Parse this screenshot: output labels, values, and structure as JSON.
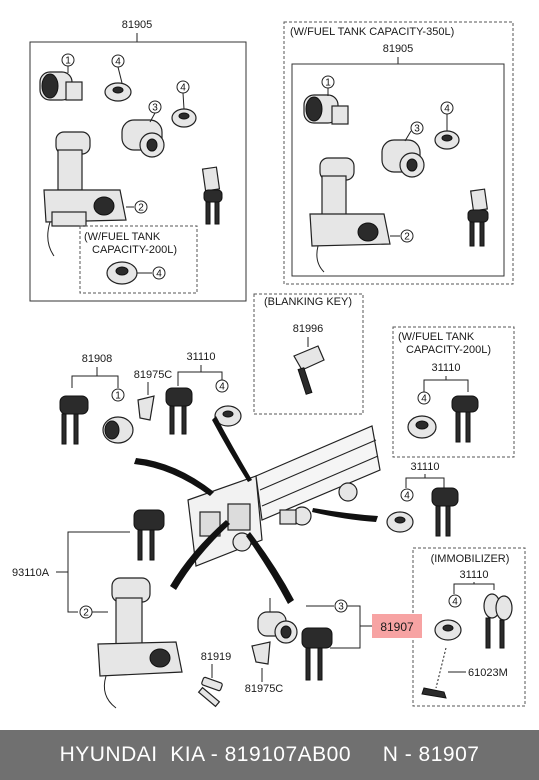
{
  "diagram": {
    "top_left_group": {
      "part_number": "81905",
      "sub_box_title": [
        "(W/FUEL TANK",
        "CAPACITY-200L)"
      ]
    },
    "top_right_group": {
      "title": "(W/FUEL TANK CAPACITY-350L)",
      "part_number": "81905"
    },
    "blanking_key_box": {
      "title": "(BLANKING KEY)",
      "part_number": "81996"
    },
    "mid_right_box": {
      "title": [
        "(W/FUEL TANK",
        "CAPACITY-200L)"
      ],
      "part_number": "31110"
    },
    "immobilizer_box": {
      "title": "(IMMOBILIZER)",
      "part_number": "31110",
      "antenna_part": "61023M"
    },
    "labels": {
      "p81908": "81908",
      "p81975c_top": "81975C",
      "p31110_top": "31110",
      "p31110_right": "31110",
      "p93110a": "93110A",
      "p81919": "81919",
      "p81975c_bottom": "81975C",
      "p81907_highlight": "81907"
    },
    "callouts": {
      "n1": "1",
      "n2": "2",
      "n3": "3",
      "n4": "4"
    }
  },
  "footer": {
    "text": "HYUNDAI  KIA - 819107AB00     N - 81907"
  }
}
